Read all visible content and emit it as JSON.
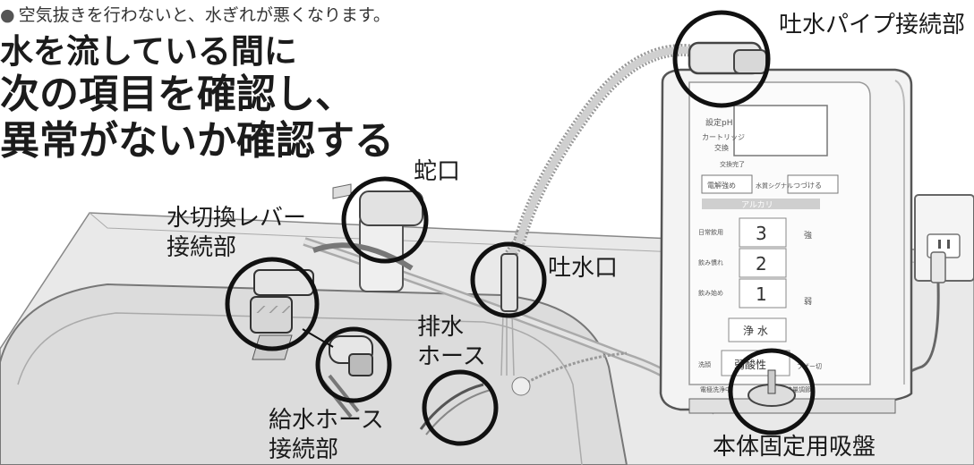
{
  "note": "空気抜きを行わないと、水ぎれが悪くなります。",
  "heading": {
    "line1": "水を流している間に",
    "line2": "次の項目を確認し、",
    "line3": "異常がないか確認する"
  },
  "labels": {
    "spout_pipe": "吐水パイプ接続部",
    "faucet": "蛇口",
    "lever_line1": "水切換レバー",
    "lever_line2": "接続部",
    "spout": "吐水口",
    "drain_line1": "排水",
    "drain_line2": "ホース",
    "supply_line1": "給水ホース",
    "supply_line2": "接続部",
    "suction": "本体固定用吸盤"
  },
  "device_panel": {
    "ph_label": "設定pH",
    "cartridge": "カートリッジ",
    "replace": "交換",
    "replace_done": "交換完了",
    "electrolysis": "電解強め",
    "signal": "水質シグナル",
    "continue": "つづける",
    "alkali": "アルカリ",
    "level_3": "3",
    "level_2": "2",
    "level_1": "1",
    "strong": "強",
    "weak": "弱",
    "purified": "浄 水",
    "acidic": "弱酸性",
    "buzzer": "ブザー切",
    "daily": "日常飲用",
    "drink_start": "飲み慣れ",
    "drink_begin": "飲み始め",
    "wash": "洗顔",
    "electrode_clean": "電極洗浄中",
    "volume": "流量調節"
  }
}
